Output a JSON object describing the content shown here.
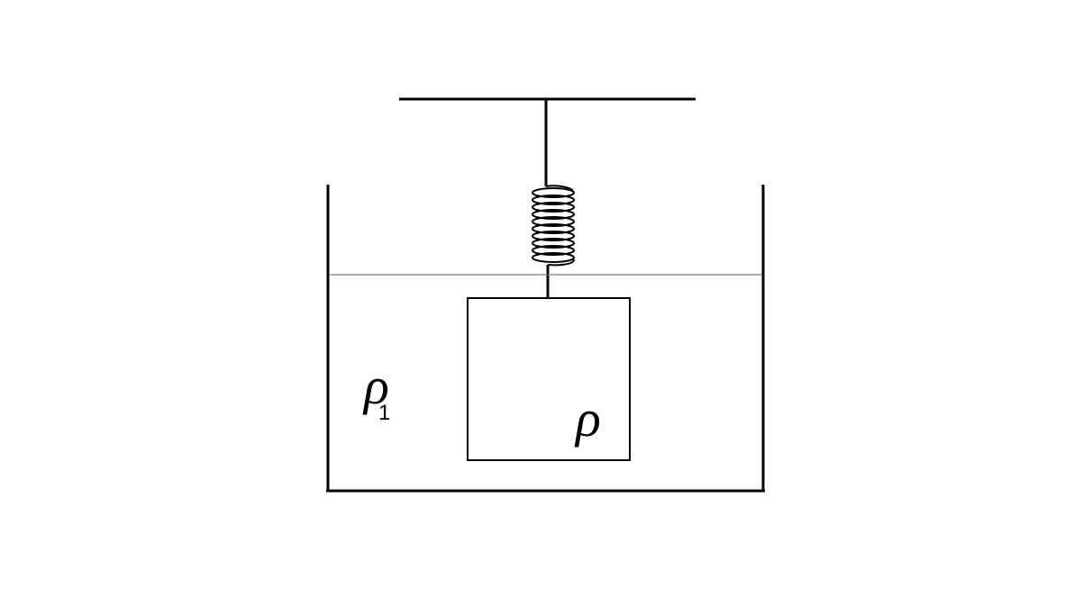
{
  "diagram": {
    "labels": {
      "liquid_density_symbol": "ρ",
      "liquid_density_subscript": "1",
      "block_density_symbol": "ρ"
    },
    "colors": {
      "ink": "#000000",
      "water_line": "#7a7a7a",
      "background": "#ffffff"
    }
  }
}
